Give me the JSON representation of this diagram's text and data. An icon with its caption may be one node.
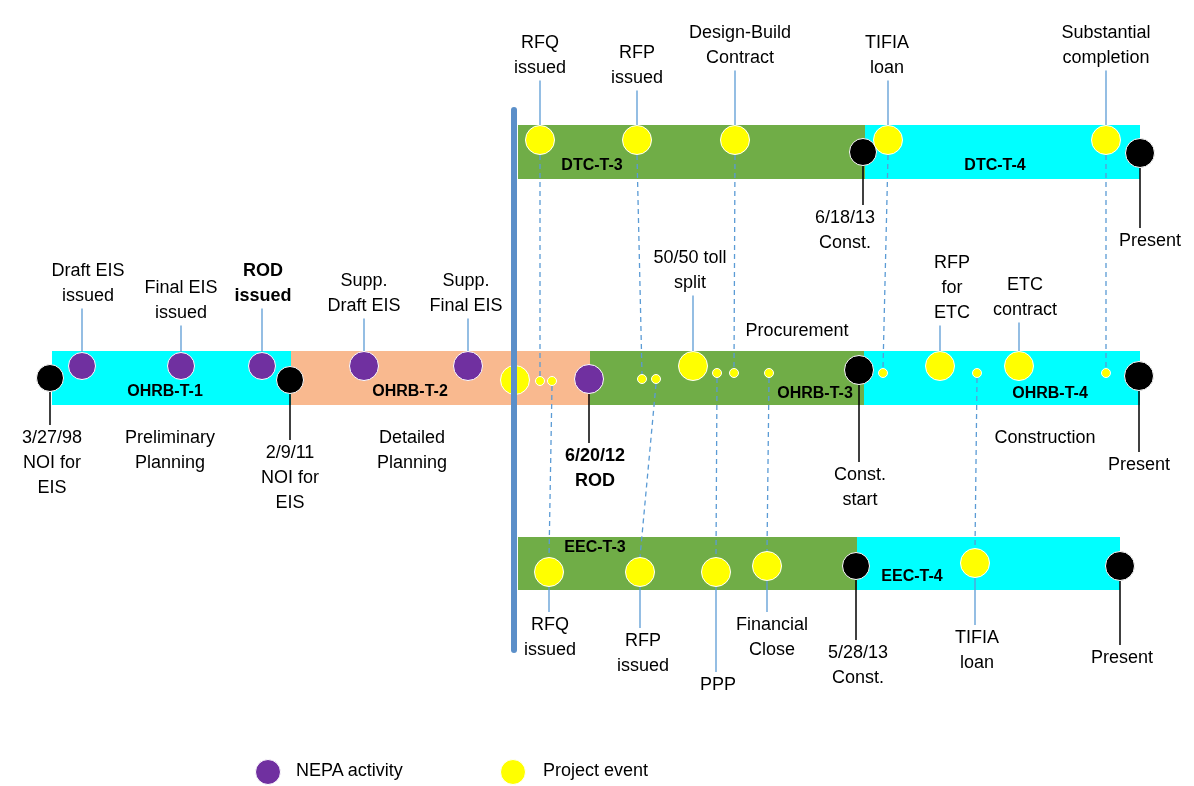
{
  "diagram": {
    "nodes": [
      {
        "text": [
          "RFQ issued"
        ]
      },
      {
        "text": [
          "RFP issued"
        ]
      },
      {
        "text": [
          "Design-Build Contract"
        ]
      },
      {
        "text": [
          "TIFIA loan"
        ]
      },
      {
        "text": [
          "Substantial completion"
        ]
      },
      {
        "text": [
          "DTC-T-3"
        ]
      },
      {
        "text": [],
        "shape": "circle",
        "in": 5
      },
      {
        "text": [],
        "shape": "circle",
        "in": 5
      },
      {
        "text": [],
        "shape": "circle",
        "in": 5
      },
      {
        "text": [],
        "shape": "circle"
      },
      {
        "text": [
          "DTC-T-4"
        ]
      },
      {
        "text": [],
        "shape": "circle",
        "in": 10
      },
      {
        "text": [],
        "shape": "circle",
        "in": 10
      },
      {
        "text": [],
        "shape": "circle"
      },
      {
        "text": [
          "6/18/13 Const."
        ]
      },
      {
        "text": [
          "Present"
        ]
      },
      {
        "text": [
          "Draft EIS issued"
        ]
      },
      {
        "text": [
          "Final EIS issued"
        ]
      },
      {
        "text": [
          "ROD issued"
        ]
      },
      {
        "text": [
          "Supp. Draft EIS"
        ]
      },
      {
        "text": [
          "Supp. Final EIS"
        ]
      },
      {
        "text": [
          "50/50 toll split"
        ]
      },
      {
        "text": [
          "RFP for ETC"
        ]
      },
      {
        "text": [
          "ETC contract"
        ]
      },
      {
        "text": [],
        "shape": "circle"
      },
      {
        "text": [
          "OHRB-T-1"
        ]
      },
      {
        "text": [],
        "shape": "circle",
        "in": 25
      },
      {
        "text": [],
        "shape": "circle",
        "in": 25
      },
      {
        "text": [],
        "shape": "circle",
        "in": 25
      },
      {
        "text": [],
        "shape": "circle"
      },
      {
        "text": [
          "OHRB-T-2"
        ]
      },
      {
        "text": [],
        "shape": "circle",
        "in": 30
      },
      {
        "text": [],
        "shape": "circle",
        "in": 30
      },
      {
        "text": [],
        "shape": "circle",
        "in": 30
      },
      {
        "text": [],
        "shape": "circle",
        "in": 30
      },
      {
        "text": [],
        "shape": "circle",
        "in": 30
      },
      {
        "text": [],
        "shape": "circle"
      },
      {
        "text": [
          "OHRB-T-3"
        ]
      },
      {
        "text": [],
        "shape": "circle",
        "in": 37
      },
      {
        "text": [],
        "shape": "circle",
        "in": 37
      },
      {
        "text": [],
        "shape": "circle",
        "in": 37
      },
      {
        "text": [],
        "shape": "circle",
        "in": 37
      },
      {
        "text": [],
        "shape": "circle",
        "in": 37
      },
      {
        "text": [],
        "shape": "circle",
        "in": 37
      },
      {
        "text": [],
        "shape": "circle"
      },
      {
        "text": [
          "OHRB-T-4"
        ]
      },
      {
        "text": [],
        "shape": "circle",
        "in": 45
      },
      {
        "text": [],
        "shape": "circle",
        "in": 45
      },
      {
        "text": [],
        "shape": "circle",
        "in": 45
      },
      {
        "text": [],
        "shape": "circle",
        "in": 45
      },
      {
        "text": [],
        "shape": "circle",
        "in": 45
      },
      {
        "text": [],
        "shape": "circle"
      },
      {
        "text": [
          "3/27/98 NOI for EIS"
        ]
      },
      {
        "text": [
          "2/9/11 NOI for EIS"
        ]
      },
      {
        "text": [
          "6/20/12 ROD"
        ]
      },
      {
        "text": [
          "Const. start"
        ]
      },
      {
        "text": [
          "Present"
        ]
      },
      {
        "text": [
          "EEC-T-3"
        ]
      },
      {
        "text": [],
        "shape": "circle",
        "in": 57
      },
      {
        "text": [],
        "shape": "circle",
        "in": 57
      },
      {
        "text": [],
        "shape": "circle",
        "in": 57
      },
      {
        "text": [],
        "shape": "circle",
        "in": 57
      },
      {
        "text": [],
        "shape": "circle"
      },
      {
        "text": [
          "EEC-T-4"
        ]
      },
      {
        "text": [],
        "shape": "circle",
        "in": 63
      },
      {
        "text": [],
        "shape": "circle"
      },
      {
        "text": [
          "RFQ issued"
        ]
      },
      {
        "text": [
          "RFP issued"
        ]
      },
      {
        "text": [
          "PPP"
        ]
      },
      {
        "text": [
          "Financial Close"
        ]
      },
      {
        "text": [
          "5/28/13 Const."
        ]
      },
      {
        "text": [
          "TIFIA loan"
        ]
      },
      {
        "text": [
          "Present"
        ]
      }
    ],
    "edges": [
      {
        "from": 0,
        "to": 6,
        "arrow": "none"
      },
      {
        "from": 1,
        "to": 7,
        "arrow": "none"
      },
      {
        "from": 2,
        "to": 8,
        "arrow": "none"
      },
      {
        "from": 3,
        "to": 11,
        "arrow": "none"
      },
      {
        "from": 4,
        "to": 12,
        "arrow": "none"
      },
      {
        "from": 14,
        "to": 9,
        "arrow": "none",
        "color": "#000000"
      },
      {
        "from": 15,
        "to": 13,
        "arrow": "none",
        "color": "#000000"
      },
      {
        "from": 6,
        "to": 34,
        "arrow": "none",
        "style": "dashed"
      },
      {
        "from": 7,
        "to": 38,
        "arrow": "none",
        "style": "dashed"
      },
      {
        "from": 8,
        "to": 42,
        "arrow": "none",
        "style": "dashed"
      },
      {
        "from": 11,
        "to": 46,
        "arrow": "none",
        "style": "dashed"
      },
      {
        "from": 12,
        "to": 50,
        "arrow": "none",
        "style": "dashed"
      },
      {
        "from": 16,
        "to": 26,
        "arrow": "none"
      },
      {
        "from": 17,
        "to": 27,
        "arrow": "none"
      },
      {
        "from": 18,
        "to": 28,
        "arrow": "none"
      },
      {
        "from": 19,
        "to": 31,
        "arrow": "none"
      },
      {
        "from": 20,
        "to": 32,
        "arrow": "none"
      },
      {
        "from": 21,
        "to": 40,
        "arrow": "none"
      },
      {
        "from": 22,
        "to": 47,
        "arrow": "none"
      },
      {
        "from": 23,
        "to": 49,
        "arrow": "none"
      },
      {
        "from": 52,
        "to": 24,
        "arrow": "none",
        "color": "#000000"
      },
      {
        "from": 53,
        "to": 29,
        "arrow": "none",
        "color": "#000000"
      },
      {
        "from": 54,
        "to": 36,
        "arrow": "none",
        "color": "#000000"
      },
      {
        "from": 55,
        "to": 44,
        "arrow": "none",
        "color": "#000000"
      },
      {
        "from": 56,
        "to": 51,
        "arrow": "none",
        "color": "#000000"
      },
      {
        "from": 35,
        "to": 58,
        "arrow": "none",
        "style": "dashed"
      },
      {
        "from": 39,
        "to": 59,
        "arrow": "none",
        "style": "dashed"
      },
      {
        "from": 41,
        "to": 60,
        "arrow": "none",
        "style": "dashed"
      },
      {
        "from": 43,
        "to": 61,
        "arrow": "none",
        "style": "dashed"
      },
      {
        "from": 48,
        "to": 64,
        "arrow": "none",
        "style": "dashed"
      },
      {
        "from": 66,
        "to": 58,
        "arrow": "none"
      },
      {
        "from": 67,
        "to": 59,
        "arrow": "none"
      },
      {
        "from": 68,
        "to": 60,
        "arrow": "none"
      },
      {
        "from": 69,
        "to": 61,
        "arrow": "none"
      },
      {
        "from": 70,
        "to": 62,
        "arrow": "none",
        "color": "#000000"
      },
      {
        "from": 71,
        "to": 64,
        "arrow": "none"
      },
      {
        "from": 72,
        "to": 65,
        "arrow": "none",
        "color": "#000000"
      }
    ],
    "labels": [
      "Procurement",
      "Preliminary Planning",
      "Detailed Planning",
      "Construction"
    ],
    "legend": [
      {
        "text": "NEPA activity",
        "color": "#7030a0"
      },
      {
        "text": "Project event",
        "color": "#ffff00"
      }
    ]
  }
}
